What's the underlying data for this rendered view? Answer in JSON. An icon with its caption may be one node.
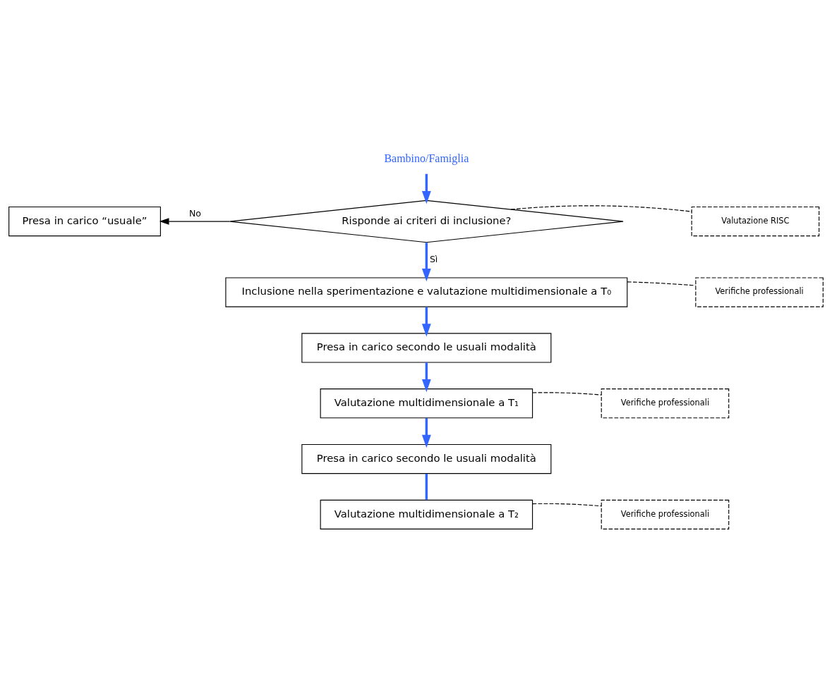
{
  "diagram": {
    "nodes": [
      {
        "text": [
          "Bambino/Famiglia"
        ]
      },
      {
        "text": [
          "Risponde ai criteri di inclusione?"
        ]
      },
      {
        "text": [
          "Presa in carico “usuale”"
        ]
      },
      {
        "text": [
          "Valutazione RISC"
        ]
      },
      {
        "text": [
          "Inclusione nella sperimentazione e valutazione multidimensionale a T₀"
        ]
      },
      {
        "text": [
          "Verifiche professionali"
        ]
      },
      {
        "text": [
          "Presa in carico secondo le usuali modalità"
        ]
      },
      {
        "text": [
          "Valutazione multidimensionale a T₁"
        ]
      },
      {
        "text": [
          "Verifiche professionali"
        ]
      },
      {
        "text": [
          "Presa in carico secondo le usuali modalità"
        ]
      },
      {
        "text": [
          "Valutazione multidimensionale a T₂"
        ]
      },
      {
        "text": [
          "Verifiche professionali"
        ]
      }
    ],
    "edges": [
      {
        "from": 0,
        "to": 1,
        "arrow": "to"
      },
      {
        "from": 1,
        "to": 2,
        "arrow": "to",
        "label": "No",
        "color": "#000000"
      },
      {
        "from": 1,
        "to": 3,
        "arrow": "none",
        "style": "dashed",
        "color": "#000000"
      },
      {
        "from": 1,
        "to": 4,
        "arrow": "to",
        "label": "Sì"
      },
      {
        "from": 4,
        "to": 5,
        "arrow": "none",
        "style": "dashed",
        "color": "#000000"
      },
      {
        "from": 4,
        "to": 6,
        "arrow": "to"
      },
      {
        "from": 6,
        "to": 7,
        "arrow": "to"
      },
      {
        "from": 7,
        "to": 8,
        "arrow": "none",
        "style": "dashed",
        "color": "#000000"
      },
      {
        "from": 7,
        "to": 9,
        "arrow": "to"
      },
      {
        "from": 9,
        "to": 10,
        "arrow": "none"
      },
      {
        "from": 10,
        "to": 11,
        "arrow": "none",
        "style": "dashed",
        "color": "#000000"
      }
    ]
  }
}
